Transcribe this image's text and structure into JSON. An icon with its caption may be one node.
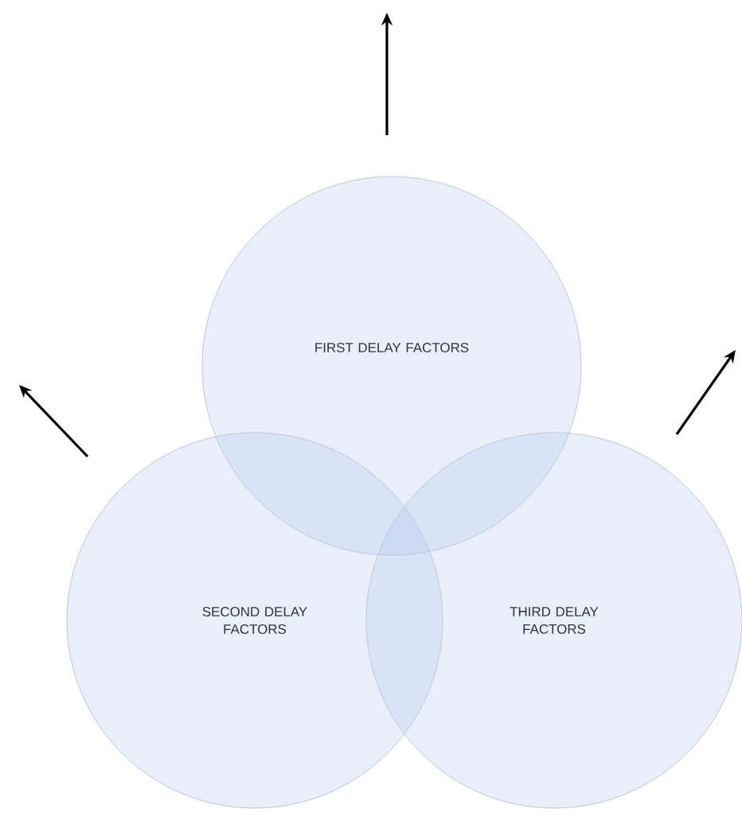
{
  "diagram": {
    "nodes": [
      {
        "text": [
          "FIRST DELAY FACTORS"
        ]
      },
      {
        "text": [
          "SECOND DELAY FACTORS"
        ]
      },
      {
        "text": [
          "THIRD DELAY FACTORS"
        ]
      }
    ]
  }
}
